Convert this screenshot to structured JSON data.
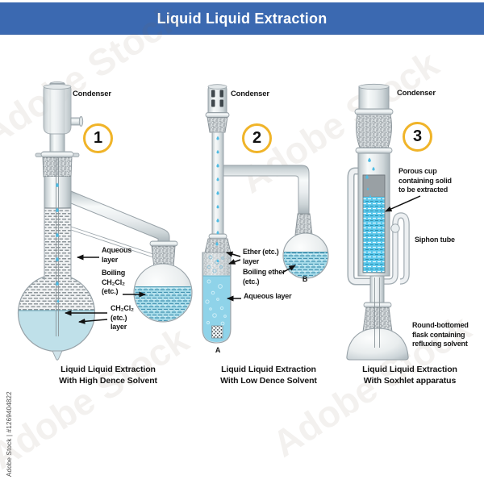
{
  "header": {
    "title": "Liquid Liquid Extraction"
  },
  "watermark": {
    "diagonal": "Adobe Stock",
    "credit": "Adobe Stock | #1269404822"
  },
  "colors": {
    "header_bg": "#3b69b1",
    "badge_ring": "#f0b429",
    "liquid_light": "#bfe0e9",
    "liquid_medium": "#8fd3e9",
    "liquid_bright": "#58c6ea"
  },
  "apparatus": [
    {
      "number": "1",
      "condenser": "Condenser",
      "labels": {
        "aqueous": "Aqueous\nlayer",
        "boiling": "Boiling\nCH₂Cl₂\n(etc.)",
        "solvent_layer": "CH₂Cl₂\n(etc.)\nlayer"
      },
      "caption": "Liquid Liquid Extraction\nWith High Dence Solvent"
    },
    {
      "number": "2",
      "condenser": "Condenser",
      "labels": {
        "ether": "Ether (etc.)\nlayer",
        "boiling_ether": "Boiling ether\n(etc.)",
        "aqueous": "Aqueous layer",
        "a": "A",
        "b": "B"
      },
      "caption": "Liquid Liquid Extraction\nWith Low Dence Solvent"
    },
    {
      "number": "3",
      "condenser": "Condenser",
      "labels": {
        "porous": "Porous cup\ncontaining solid\nto be extracted",
        "siphon": "Siphon tube",
        "flask": "Round-bottomed\nflask containing\nrefluxing solvent"
      },
      "caption": "Liquid Liquid Extraction\nWith Soxhlet apparatus"
    }
  ]
}
